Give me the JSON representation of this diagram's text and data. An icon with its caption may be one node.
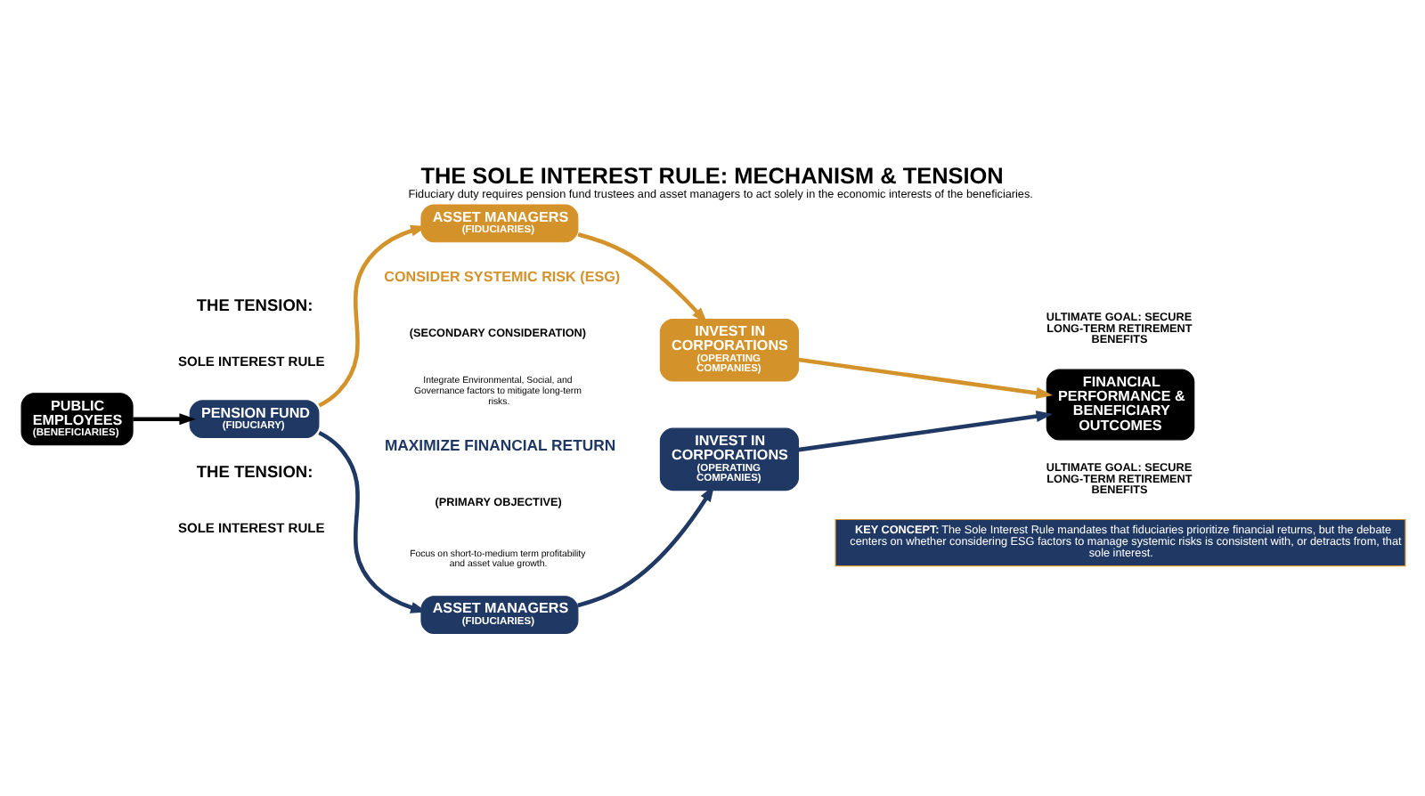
{
  "diagram": {
    "title": "THE SOLE INTEREST RULE: MECHANISM & TENSION",
    "caption": "Fiduciary duty requires pension fund trustees and asset managers to act solely in the economic interests of the beneficiaries.",
    "nodes": [
      {
        "text": [
          "PUBLIC EMPLOYEES",
          "(BENEFICIARIES)"
        ]
      },
      {
        "text": [
          "PENSION FUND",
          "(FIDUCIARY)"
        ]
      },
      {
        "text": [
          "ASSET MANAGERS",
          "(FIDUCIARIES)"
        ]
      },
      {
        "text": [
          "INVEST IN CORPORATIONS",
          "(OPERATING COMPANIES)"
        ]
      },
      {
        "text": [
          "ASSET MANAGERS",
          "(FIDUCIARIES)"
        ]
      },
      {
        "text": [
          "INVEST IN CORPORATIONS",
          "(OPERATING COMPANIES)"
        ]
      },
      {
        "text": [
          "FINANCIAL PERFORMANCE & BENEFICIARY OUTCOMES"
        ]
      }
    ],
    "edges": [
      {
        "from": 0,
        "to": 1,
        "arrow": "to",
        "color": "#000000"
      },
      {
        "from": 1,
        "to": 2,
        "arrow": "to",
        "color": "#1f3864"
      },
      {
        "from": 1,
        "to": 4,
        "arrow": "to",
        "color": "#d4922a"
      },
      {
        "from": 2,
        "to": 3,
        "arrow": "to",
        "color": "#1f3864"
      },
      {
        "from": 4,
        "to": 5,
        "arrow": "to",
        "color": "#d4922a"
      },
      {
        "from": 3,
        "to": 6,
        "arrow": "to",
        "color": "#1f3864"
      },
      {
        "from": 5,
        "to": 6,
        "arrow": "to",
        "color": "#d4922a"
      }
    ],
    "labels": [
      "MAXIMIZE FINANCIAL RETURN",
      "(PRIMARY OBJECTIVE)",
      "Focus on short-to-medium term profitability and asset value growth.",
      "THE TENSION:",
      "SOLE INTEREST RULE",
      "ULTIMATE GOAL: SECURE LONG-TERM RETIREMENT BENEFITS",
      "THE TENSION:",
      "SOLE INTEREST RULE",
      "CONSIDER SYSTEMIC RISK (ESG)",
      "(SECONDARY CONSIDERATION)",
      "Integrate Environmental, Social, and Governance factors to mitigate long-term risks.",
      "ULTIMATE GOAL: SECURE LONG-TERM RETIREMENT BENEFITS",
      "**KEY CONCEPT:** The Sole Interest Rule mandates that fiduciaries prioritize financial returns, but the debate centers on whether considering ESG factors to manage systemic risks is consistent with, or detracts from, that sole interest."
    ]
  }
}
